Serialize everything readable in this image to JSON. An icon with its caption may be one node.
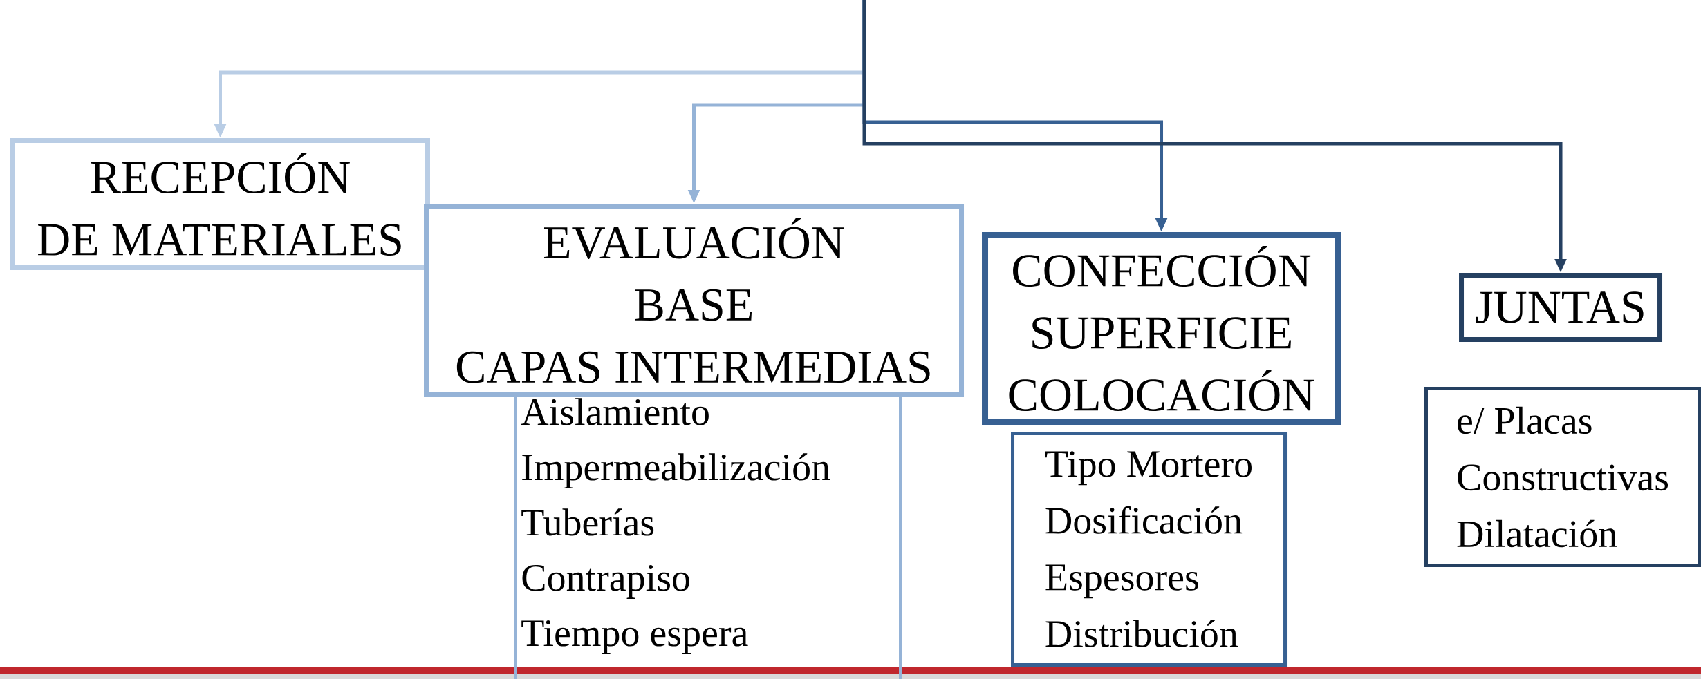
{
  "diagram": {
    "nodes": [
      {
        "text": [
          "RECEPCIÓN",
          "DE MATERIALES"
        ]
      },
      {
        "text": [
          "EVALUACIÓN",
          "BASE",
          "CAPAS INTERMEDIAS"
        ]
      },
      {
        "text": [
          "Aislamiento",
          "Impermeabilización",
          "Tuberías",
          "Contrapiso",
          "Tiempo espera"
        ]
      },
      {
        "text": [
          "CONFECCIÓN",
          "SUPERFICIE",
          "COLOCACIÓN"
        ]
      },
      {
        "text": [
          "Tipo Mortero",
          "Dosificación",
          "Espesores",
          "Distribución"
        ]
      },
      {
        "text": [
          "JUNTAS"
        ]
      },
      {
        "text": [
          "e/ Placas",
          "Constructivas",
          "Dilatación"
        ]
      }
    ],
    "edges": [
      {
        "from": null,
        "to": 0,
        "arrow": "to",
        "color": "#b9cde5"
      },
      {
        "from": null,
        "to": 1,
        "arrow": "to",
        "color": "#95b3d7"
      },
      {
        "from": null,
        "to": 3,
        "arrow": "to",
        "color": "#376092"
      },
      {
        "from": null,
        "to": 5,
        "arrow": "to",
        "color": "#254061"
      }
    ]
  }
}
